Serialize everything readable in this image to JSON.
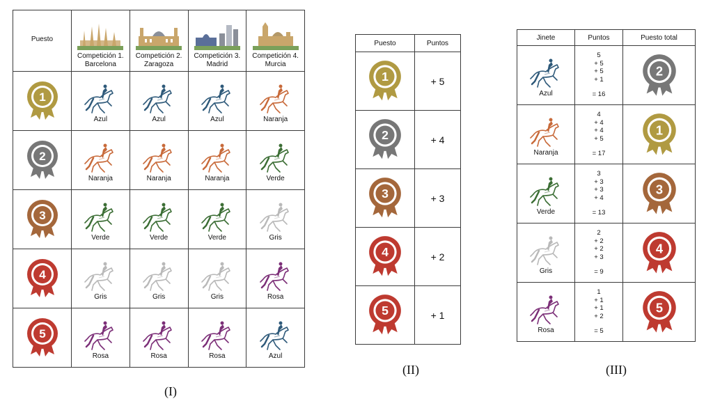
{
  "table1": {
    "header_puesto": "Puesto",
    "competitions": [
      {
        "line1": "Competición 1.",
        "line2": "Barcelona",
        "icon": "barcelona-skyline-icon"
      },
      {
        "line1": "Competición 2.",
        "line2": "Zaragoza",
        "icon": "zaragoza-skyline-icon"
      },
      {
        "line1": "Competición 3.",
        "line2": "Madrid",
        "icon": "madrid-skyline-icon"
      },
      {
        "line1": "Competición 4.",
        "line2": "Murcia",
        "icon": "murcia-skyline-icon"
      }
    ],
    "rows": [
      {
        "place": "1",
        "riders": [
          "Azul",
          "Azul",
          "Azul",
          "Naranja"
        ]
      },
      {
        "place": "2",
        "riders": [
          "Naranja",
          "Naranja",
          "Naranja",
          "Verde"
        ]
      },
      {
        "place": "3",
        "riders": [
          "Verde",
          "Verde",
          "Verde",
          "Gris"
        ]
      },
      {
        "place": "4",
        "riders": [
          "Gris",
          "Gris",
          "Gris",
          "Rosa"
        ]
      },
      {
        "place": "5",
        "riders": [
          "Rosa",
          "Rosa",
          "Rosa",
          "Azul"
        ]
      }
    ],
    "caption": "(I)"
  },
  "table2": {
    "header_puesto": "Puesto",
    "header_puntos": "Puntos",
    "rows": [
      {
        "place": "1",
        "points": "+ 5"
      },
      {
        "place": "2",
        "points": "+ 4"
      },
      {
        "place": "3",
        "points": "+ 3"
      },
      {
        "place": "4",
        "points": "+ 2"
      },
      {
        "place": "5",
        "points": "+ 1"
      }
    ],
    "caption": "(II)"
  },
  "table3": {
    "header_jinete": "Jinete",
    "header_puntos": "Puntos",
    "header_total": "Puesto total",
    "rows": [
      {
        "rider": "Azul",
        "terms": [
          "5",
          "+ 5",
          "+ 5",
          "+ 1"
        ],
        "total": "= 16",
        "place": "2"
      },
      {
        "rider": "Naranja",
        "terms": [
          "4",
          "+ 4",
          "+ 4",
          "+ 5"
        ],
        "total": "= 17",
        "place": "1"
      },
      {
        "rider": "Verde",
        "terms": [
          "3",
          "+ 3",
          "+ 3",
          "+ 4"
        ],
        "total": "= 13",
        "place": "3"
      },
      {
        "rider": "Gris",
        "terms": [
          "2",
          "+ 2",
          "+ 2",
          "+ 3"
        ],
        "total": "= 9",
        "place": "4"
      },
      {
        "rider": "Rosa",
        "terms": [
          "1",
          "+ 1",
          "+ 1",
          "+ 2"
        ],
        "total": "= 5",
        "place": "5"
      }
    ],
    "caption": "(III)"
  },
  "colors": {
    "medal_1": "#b09a42",
    "medal_2": "#777777",
    "medal_3": "#a4673b",
    "medal_4": "#be3a30",
    "medal_5": "#be3a30",
    "rider_azul": "#2f5a7a",
    "rider_naranja": "#c86a3a",
    "rider_verde": "#3c6e35",
    "rider_gris": "#b9b9b9",
    "rider_rosa": "#7c2f78"
  }
}
